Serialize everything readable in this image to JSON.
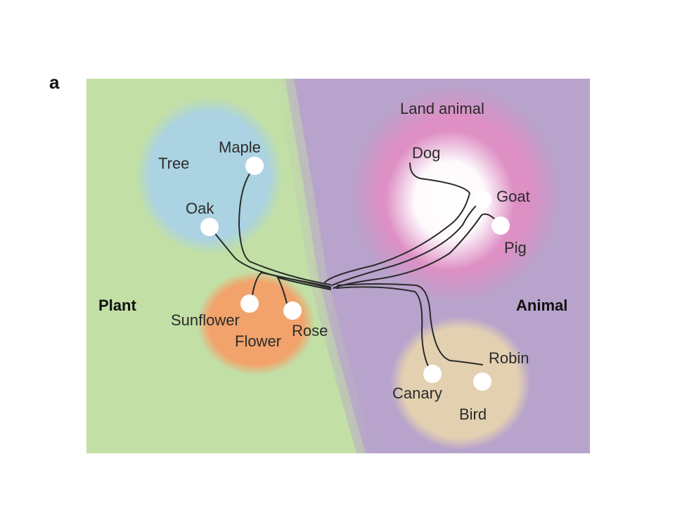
{
  "panel_letter": "a",
  "regions": {
    "plant": {
      "label": "Plant",
      "color": "#c2dfa6"
    },
    "animal": {
      "label": "Animal",
      "color": "#b8a3cc"
    },
    "tree": {
      "label": "Tree",
      "color": "#abd3e2"
    },
    "flower": {
      "label": "Flower",
      "color": "#f2a36b"
    },
    "land_animal": {
      "label": "Land animal",
      "color": "#de8fc4"
    },
    "bird": {
      "label": "Bird",
      "color": "#e3d0b1"
    }
  },
  "items": {
    "maple": "Maple",
    "oak": "Oak",
    "sunflower": "Sunflower",
    "rose": "Rose",
    "dog": "Dog",
    "goat": "Goat",
    "pig": "Pig",
    "canary": "Canary",
    "robin": "Robin"
  },
  "colors": {
    "branch": "#2a2a2a",
    "dot": "#ffffff",
    "text": "#2b2b2b"
  }
}
